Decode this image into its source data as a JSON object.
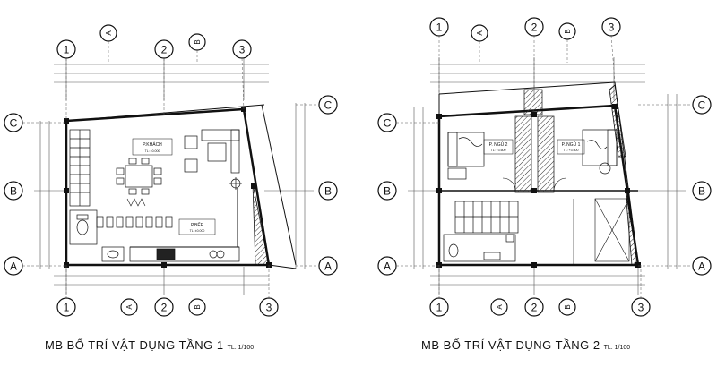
{
  "plans": [
    {
      "id": "floor1",
      "title": "MB BỐ TRÍ VẬT DỤNG TẦNG 1",
      "scale": "TL: 1/100",
      "grid_top": [
        "1",
        "A",
        "2",
        "B",
        "3"
      ],
      "grid_bottom": [
        "1",
        "A",
        "2",
        "B",
        "3"
      ],
      "grid_left": [
        "C",
        "B",
        "A"
      ],
      "grid_right": [
        "C",
        "B",
        "A"
      ],
      "rooms": [
        {
          "name": "P.KHÁCH",
          "level": "TL: ±0.000"
        },
        {
          "name": "P.BẾP",
          "level": "TL: ±0.000"
        }
      ]
    },
    {
      "id": "floor2",
      "title": "MB BỐ TRÍ VẬT DỤNG TẦNG 2",
      "scale": "TL: 1/100",
      "grid_top": [
        "1",
        "A",
        "2",
        "B",
        "3"
      ],
      "grid_bottom": [
        "1",
        "A",
        "2",
        "B",
        "3"
      ],
      "grid_left": [
        "C",
        "B",
        "A"
      ],
      "grid_right": [
        "C",
        "B",
        "A"
      ],
      "rooms": [
        {
          "name": "P. NGỦ 2",
          "level": "TL: +3.600"
        },
        {
          "name": "P. NGỦ 1",
          "level": "TL: +3.600"
        }
      ]
    }
  ],
  "colors": {
    "line": "#111111",
    "hatch": "#333333",
    "dim": "#555555"
  }
}
